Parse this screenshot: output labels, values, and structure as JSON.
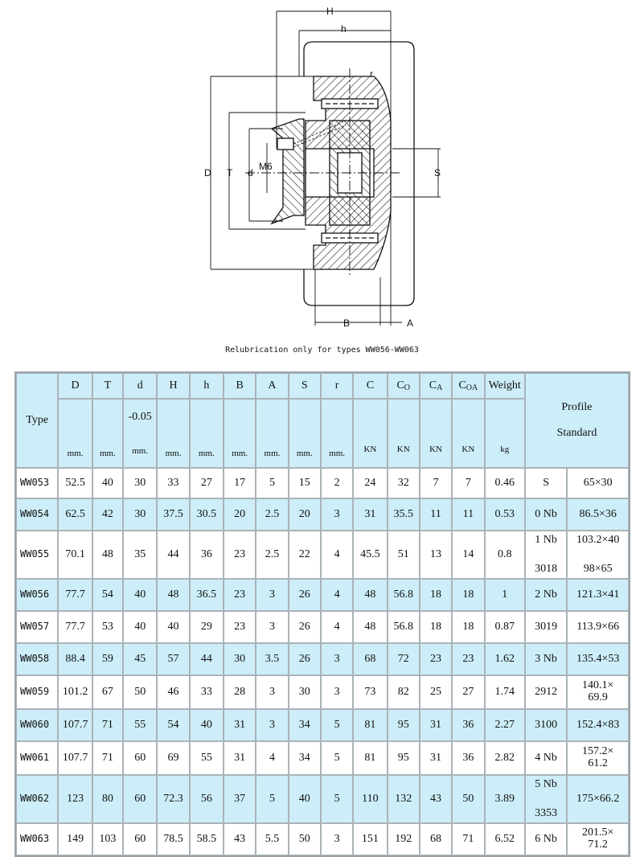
{
  "drawing": {
    "dim_H": "H",
    "dim_h": "h",
    "dim_r": "r",
    "dim_D": "D",
    "dim_T": "T",
    "dim_d": "d",
    "dim_M6": "M6",
    "dim_S": "S",
    "dim_B": "B",
    "dim_A": "A"
  },
  "caption": "Relubrication only for types WW056-WW063",
  "header": {
    "type": "Type",
    "cols": [
      {
        "label": "D",
        "unit": "mm."
      },
      {
        "label": "T",
        "unit": "mm."
      },
      {
        "label": "d",
        "tol": "-0.05",
        "unit": "mm."
      },
      {
        "label": "H",
        "unit": "mm."
      },
      {
        "label": "h",
        "unit": "mm."
      },
      {
        "label": "B",
        "unit": "mm."
      },
      {
        "label": "A",
        "unit": "mm."
      },
      {
        "label": "S",
        "unit": "mm."
      },
      {
        "label": "r",
        "unit": "mm."
      },
      {
        "label": "C",
        "unit": "KN"
      },
      {
        "label": "C",
        "sub": "O",
        "unit": "KN"
      },
      {
        "label": "C",
        "sub": "A",
        "unit": "KN"
      },
      {
        "label": "C",
        "sub": "OA",
        "unit": "KN"
      },
      {
        "label": "Weight",
        "unit": "kg"
      }
    ],
    "profile_line1": "Profile",
    "profile_line2": "Standard"
  },
  "rows": [
    {
      "type": "WW053",
      "vals": [
        "52.5",
        "40",
        "30",
        "33",
        "27",
        "17",
        "5",
        "15",
        "2",
        "24",
        "32",
        "7",
        "7",
        "0.46"
      ],
      "profile": [
        "S"
      ],
      "std": "65×30"
    },
    {
      "type": "WW054",
      "vals": [
        "62.5",
        "42",
        "30",
        "37.5",
        "30.5",
        "20",
        "2.5",
        "20",
        "3",
        "31",
        "35.5",
        "11",
        "11",
        "0.53"
      ],
      "profile": [
        "0 Nb"
      ],
      "std": "86.5×36"
    },
    {
      "type": "WW055",
      "vals": [
        "70.1",
        "48",
        "35",
        "44",
        "36",
        "23",
        "2.5",
        "22",
        "4",
        "45.5",
        "51",
        "13",
        "14",
        "0.8"
      ],
      "profile": [
        "1 Nb",
        "3018"
      ],
      "std2": [
        "103.2×40",
        "98×65"
      ]
    },
    {
      "type": "WW056",
      "vals": [
        "77.7",
        "54",
        "40",
        "48",
        "36.5",
        "23",
        "3",
        "26",
        "4",
        "48",
        "56.8",
        "18",
        "18",
        "1"
      ],
      "profile": [
        "2 Nb"
      ],
      "std": "121.3×41"
    },
    {
      "type": "WW057",
      "vals": [
        "77.7",
        "53",
        "40",
        "40",
        "29",
        "23",
        "3",
        "26",
        "4",
        "48",
        "56.8",
        "18",
        "18",
        "0.87"
      ],
      "profile": [
        "3019"
      ],
      "std": "113.9×66"
    },
    {
      "type": "WW058",
      "vals": [
        "88.4",
        "59",
        "45",
        "57",
        "44",
        "30",
        "3.5",
        "26",
        "3",
        "68",
        "72",
        "23",
        "23",
        "1.62"
      ],
      "profile": [
        "3 Nb"
      ],
      "std": "135.4×53"
    },
    {
      "type": "WW059",
      "vals": [
        "101.2",
        "67",
        "50",
        "46",
        "33",
        "28",
        "3",
        "30",
        "3",
        "73",
        "82",
        "25",
        "27",
        "1.74"
      ],
      "profile": [
        "2912"
      ],
      "std_wrap": [
        "140.1×",
        "69.9"
      ]
    },
    {
      "type": "WW060",
      "vals": [
        "107.7",
        "71",
        "55",
        "54",
        "40",
        "31",
        "3",
        "34",
        "5",
        "81",
        "95",
        "31",
        "36",
        "2.27"
      ],
      "profile": [
        "3100"
      ],
      "std": "152.4×83"
    },
    {
      "type": "WW061",
      "vals": [
        "107.7",
        "71",
        "60",
        "69",
        "55",
        "31",
        "4",
        "34",
        "5",
        "81",
        "95",
        "31",
        "36",
        "2.82"
      ],
      "profile": [
        "4 Nb"
      ],
      "std_wrap": [
        "157.2×",
        "61.2"
      ]
    },
    {
      "type": "WW062",
      "vals": [
        "123",
        "80",
        "60",
        "72.3",
        "56",
        "37",
        "5",
        "40",
        "5",
        "110",
        "132",
        "43",
        "50",
        "3.89"
      ],
      "profile": [
        "5 Nb",
        "3353"
      ],
      "std": "175×66.2"
    },
    {
      "type": "WW063",
      "vals": [
        "149",
        "103",
        "60",
        "78.5",
        "58.5",
        "43",
        "5.5",
        "50",
        "3",
        "151",
        "192",
        "68",
        "71",
        "6.52"
      ],
      "profile": [
        "6 Nb"
      ],
      "std_wrap": [
        "201.5×",
        "71.2"
      ]
    }
  ],
  "colors": {
    "header_bg": "#cdeef8",
    "alt_row_bg": "#cdeef8",
    "border": "#aab3b8",
    "line": "#111111"
  }
}
